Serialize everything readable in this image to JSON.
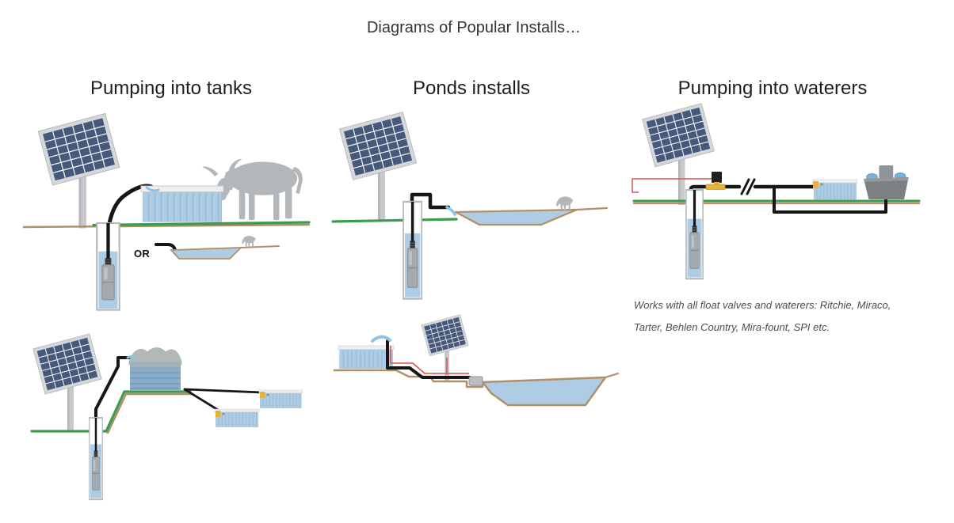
{
  "page": {
    "title": "Diagrams of Popular Installs…"
  },
  "columns": [
    {
      "heading": "Pumping into tanks"
    },
    {
      "heading": "Ponds installs"
    },
    {
      "heading": "Pumping into waterers"
    }
  ],
  "labels": {
    "or": "OR"
  },
  "caption": {
    "line1": "Works with all float valves and waterers: Ritchie, Miraco,",
    "line2": "Tarter, Behlen Country, Mira-fount, SPI etc."
  },
  "scenes": [
    {
      "name": "well-pump-to-stock-tank-with-cow",
      "column": "Pumping into tanks"
    },
    {
      "name": "well-pump-to-hilltop-storage-tank-feeding-two-troughs",
      "column": "Pumping into tanks"
    },
    {
      "name": "well-pump-to-pond-with-sheep",
      "column": "Ponds installs"
    },
    {
      "name": "tank-with-surface-pump-to-pond",
      "column": "Ponds installs"
    },
    {
      "name": "well-pump-to-float-valve-tank-and-waterer",
      "column": "Pumping into waterers"
    }
  ],
  "icons": {
    "solar-panel": "tilted pv module on pole",
    "well-pump": "submersible pump in cased well",
    "stock-tank": "corrugated round tank",
    "float-valve": "yellow float valve",
    "pipe-break-symbol": "double slash on pipe",
    "livestock-waterer": "gray automatic waterer with two bowls",
    "cow-silhouette": "gray cow",
    "sheep-silhouette": "gray sheep grazing"
  },
  "colors": {
    "panel_cell": "#47597b",
    "panel_frame": "#d5d8db",
    "pole": "#c7cacd",
    "water": "#aecde5",
    "water_stripe": "#97bbd7",
    "rim": "#edeff1",
    "ground_green": "#3d9b4d",
    "ground_brown": "#b28f66",
    "pipe": "#161616",
    "wire_red": "#e0524b",
    "valve_yellow": "#e6b23c",
    "pump_gray": "#a4aaae",
    "animal_gray": "#b4b7ba",
    "waterer_body": "#7c8083",
    "waterer_bowl": "#79b2d8",
    "tank_dome": "#b2b8b6",
    "tank_body": "#8aadca",
    "splash": "#8ec3e6"
  }
}
